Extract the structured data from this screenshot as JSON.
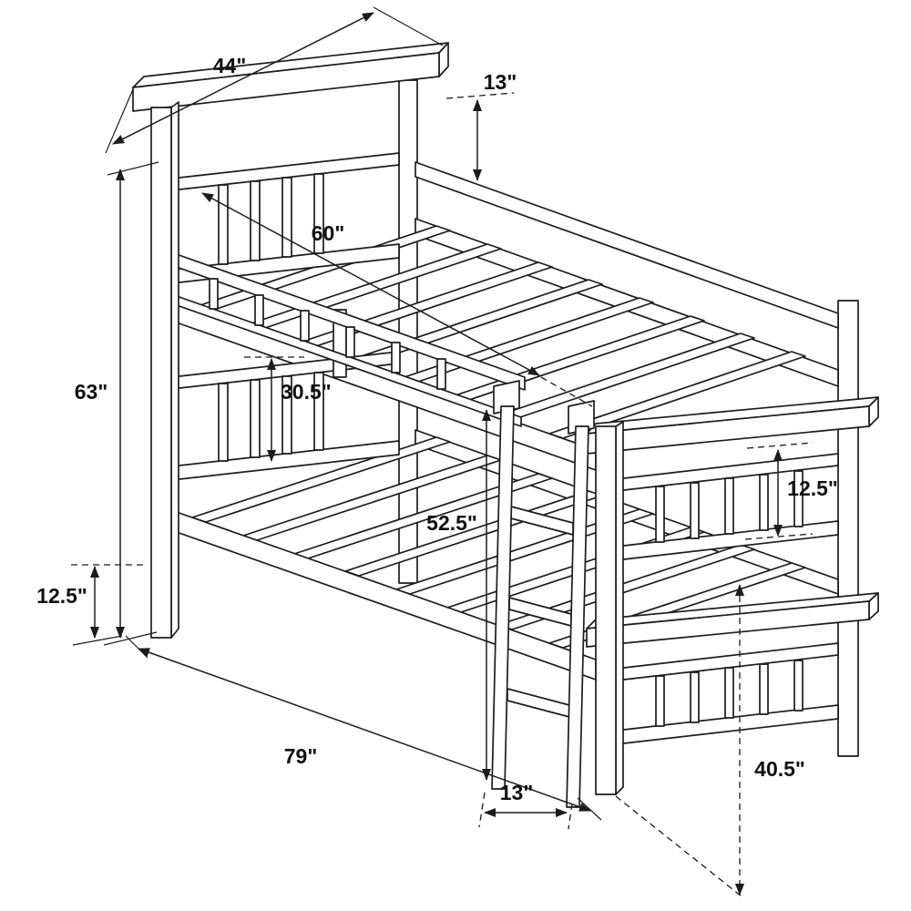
{
  "diagram": {
    "subject": "bunk bed dimension diagram",
    "background": "#ffffff",
    "line_color": "#1c1c1c",
    "units": "inches",
    "dims": {
      "d44": "44\"",
      "d13_top": "13\"",
      "d60": "60\"",
      "d63": "63\"",
      "d30_5": "30.5\"",
      "d52_5": "52.5\"",
      "d12_5_left": "12.5\"",
      "d79": "79\"",
      "d13_bottom": "13\"",
      "d12_5_right": "12.5\"",
      "d40_5": "40.5\""
    }
  }
}
